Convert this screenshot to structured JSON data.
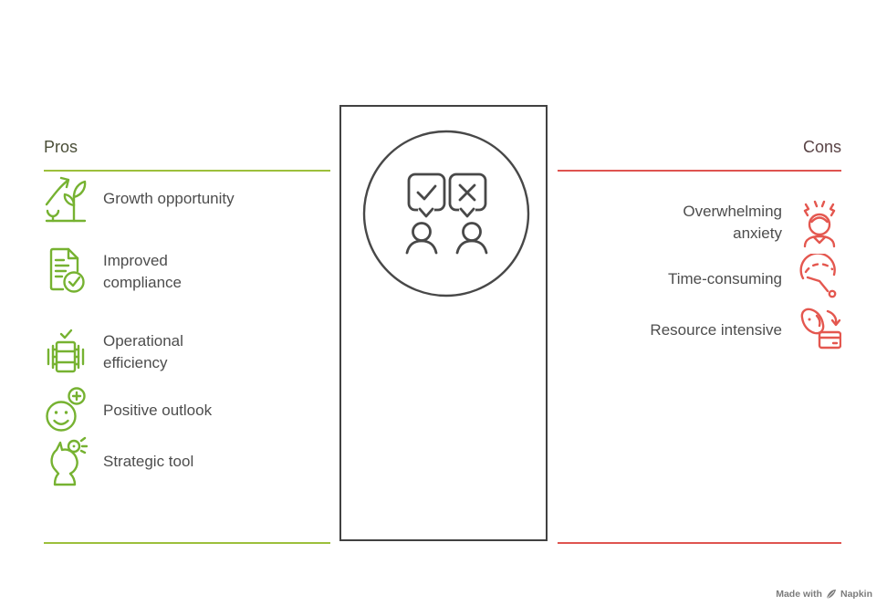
{
  "colors": {
    "pros_accent": "#9CBF3B",
    "pros_icon": "#76B231",
    "pros_title": "#4A4E38",
    "cons_accent": "#DF5450",
    "cons_icon": "#E4574F",
    "cons_title": "#594345",
    "item_text": "#4D4D4D",
    "center_stroke": "#484848",
    "watermark": "#7C7C7C"
  },
  "pros": {
    "title": "Pros",
    "items": [
      {
        "label": "Growth opportunity",
        "lines": [
          "Growth opportunity"
        ],
        "icon": "growth-plant-arrow-icon"
      },
      {
        "label": "Improved compliance",
        "lines": [
          "Improved",
          "compliance"
        ],
        "icon": "document-check-icon"
      },
      {
        "label": "Operational efficiency",
        "lines": [
          "Operational",
          "efficiency"
        ],
        "icon": "machine-check-icon"
      },
      {
        "label": "Positive outlook",
        "lines": [
          "Positive outlook"
        ],
        "icon": "smiley-plus-icon"
      },
      {
        "label": "Strategic tool",
        "lines": [
          "Strategic tool"
        ],
        "icon": "chess-knight-icon"
      }
    ]
  },
  "cons": {
    "title": "Cons",
    "items": [
      {
        "label": "Overwhelming anxiety",
        "lines": [
          "Overwhelming",
          "anxiety"
        ],
        "icon": "stressed-person-icon"
      },
      {
        "label": "Time-consuming",
        "lines": [
          "Time-consuming"
        ],
        "icon": "clock-icon"
      },
      {
        "label": "Resource intensive",
        "lines": [
          "Resource intensive"
        ],
        "icon": "wallet-card-arrow-icon"
      }
    ]
  },
  "center_illustration": {
    "name": "approve-reject-people-illustration",
    "elements": [
      "check-speech-bubble-icon",
      "cross-speech-bubble-icon",
      "person-icon",
      "person-icon"
    ]
  },
  "watermark": {
    "made_with": "Made with",
    "brand": "Napkin"
  }
}
